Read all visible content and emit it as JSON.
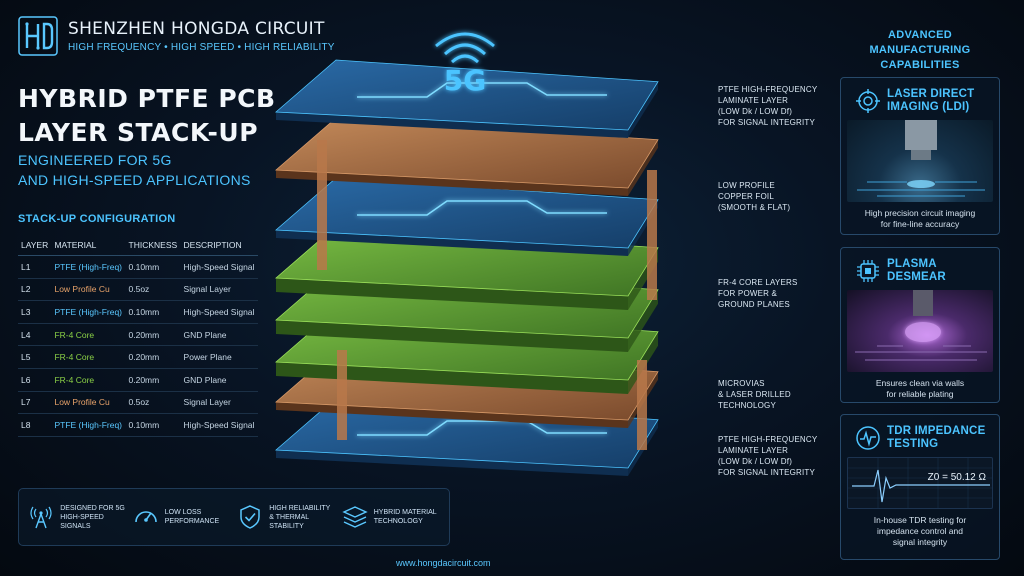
{
  "brand": {
    "name": "SHENZHEN HONGDA CIRCUIT",
    "tagline": "HIGH FREQUENCY • HIGH SPEED • HIGH RELIABILITY"
  },
  "title": {
    "line1": "HYBRID PTFE PCB",
    "line2": "LAYER STACK-UP",
    "sub1": "ENGINEERED FOR 5G",
    "sub2": "AND HIGH-SPEED APPLICATIONS"
  },
  "stackup": {
    "heading": "STACK-UP CONFIGURATION",
    "columns": [
      "LAYER",
      "MATERIAL",
      "THICKNESS",
      "DESCRIPTION"
    ],
    "rows": [
      {
        "layer": "L1",
        "material": "PTFE (High-Freq)",
        "thickness": "0.10mm",
        "description": "High-Speed Signal",
        "kind": "ptfe"
      },
      {
        "layer": "L2",
        "material": "Low Profile Cu",
        "thickness": "0.5oz",
        "description": "Signal Layer",
        "kind": "cu"
      },
      {
        "layer": "L3",
        "material": "PTFE (High-Freq)",
        "thickness": "0.10mm",
        "description": "High-Speed Signal",
        "kind": "ptfe"
      },
      {
        "layer": "L4",
        "material": "FR-4 Core",
        "thickness": "0.20mm",
        "description": "GND Plane",
        "kind": "fr4"
      },
      {
        "layer": "L5",
        "material": "FR-4 Core",
        "thickness": "0.20mm",
        "description": "Power Plane",
        "kind": "fr4"
      },
      {
        "layer": "L6",
        "material": "FR-4 Core",
        "thickness": "0.20mm",
        "description": "GND Plane",
        "kind": "fr4"
      },
      {
        "layer": "L7",
        "material": "Low Profile Cu",
        "thickness": "0.5oz",
        "description": "Signal Layer",
        "kind": "cu"
      },
      {
        "layer": "L8",
        "material": "PTFE (High-Freq)",
        "thickness": "0.10mm",
        "description": "High-Speed Signal",
        "kind": "ptfe"
      }
    ]
  },
  "features": [
    {
      "icon": "antenna-tower-icon",
      "label": "DESIGNED FOR 5G HIGH-SPEED SIGNALS"
    },
    {
      "icon": "speedometer-icon",
      "label": "LOW LOSS PERFORMANCE"
    },
    {
      "icon": "shield-check-icon",
      "label": "HIGH RELIABILITY & THERMAL STABILITY"
    },
    {
      "icon": "layers-icon",
      "label": "HYBRID MATERIAL TECHNOLOGY"
    }
  ],
  "website": "www.hongdacircuit.com",
  "illustration": {
    "badge": "5G"
  },
  "callouts": {
    "c1": {
      "l1": "PTFE HIGH-FREQUENCY",
      "l2": "LAMINATE LAYER",
      "l3": "(LOW Dk / LOW Df)",
      "l4": "FOR SIGNAL INTEGRITY"
    },
    "c2": {
      "l1": "LOW PROFILE",
      "l2": "COPPER FOIL",
      "l3": "(SMOOTH & FLAT)"
    },
    "c3": {
      "l1": "FR-4 CORE LAYERS",
      "l2": "FOR POWER &",
      "l3": "GROUND PLANES"
    },
    "c4": {
      "l1": "MICROVIAS",
      "l2": "& LASER DRILLED",
      "l3": "TECHNOLOGY"
    },
    "c5": {
      "l1": "PTFE HIGH-FREQUENCY",
      "l2": "LAMINATE LAYER",
      "l3": "(LOW Dk / LOW Df)",
      "l4": "FOR SIGNAL INTEGRITY"
    }
  },
  "capabilities": {
    "heading1": "ADVANCED MANUFACTURING",
    "heading2": "CAPABILITIES",
    "cards": [
      {
        "title1": "LASER DIRECT",
        "title2": "IMAGING (LDI)",
        "desc1": "High precision circuit imaging",
        "desc2": "for fine-line accuracy",
        "desc3": ""
      },
      {
        "title1": "PLASMA",
        "title2": "DESMEAR",
        "desc1": "Ensures clean via walls",
        "desc2": "for reliable plating",
        "desc3": ""
      },
      {
        "title1": "TDR IMPEDANCE",
        "title2": "TESTING",
        "desc1": "In-house TDR testing for",
        "desc2": "impedance control and",
        "desc3": "signal integrity",
        "readout": "Z0 = 50.12 Ω"
      }
    ]
  },
  "colors": {
    "accent": "#4cc4ff",
    "ptfe": "#2f7fc0",
    "copper": "#b8784a",
    "fr4": "#6aa83a"
  }
}
